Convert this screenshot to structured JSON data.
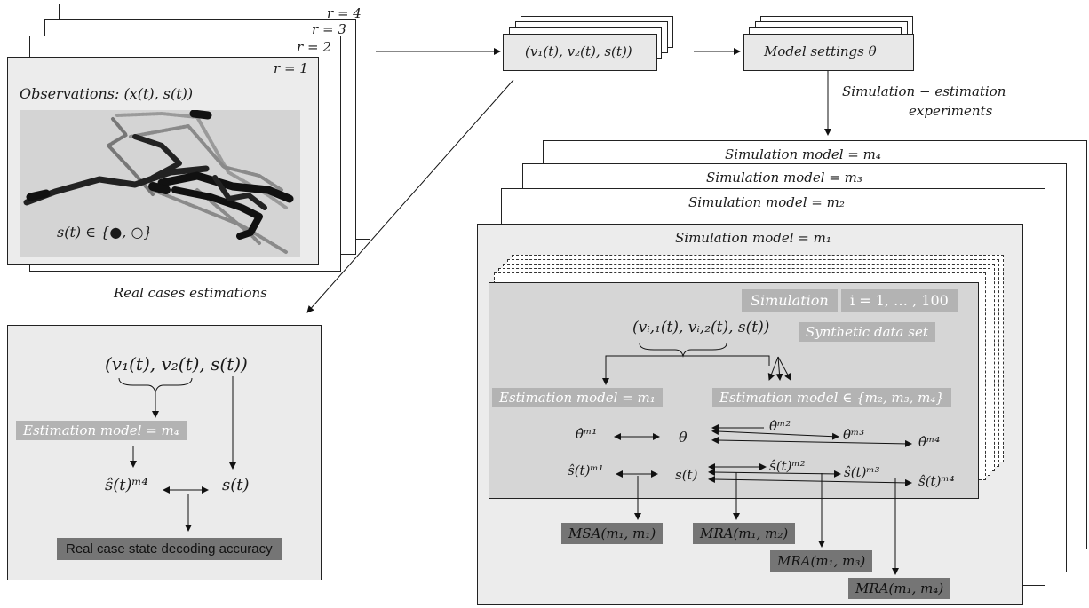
{
  "observations": {
    "repetition_labels": [
      "r = 4",
      "r = 3",
      "r = 2",
      "r = 1"
    ],
    "title": "Observations: (x(t), s(t))",
    "state_label": "s(t) ∈ {●, ○}"
  },
  "top_flow": {
    "velocity_box": "(v₁(t), v₂(t), s(t))",
    "settings_box": "Model settings θ",
    "experiments_label_line1": "Simulation − estimation",
    "experiments_label_line2": "experiments"
  },
  "real_cases": {
    "label": "Real cases estimations",
    "input": "(v₁(t), v₂(t), s(t))",
    "estimation_model": "Estimation model = m₄",
    "estimate": "ŝ(t)ᵐ⁴",
    "truth": "s(t)",
    "accuracy": "Real case state decoding accuracy"
  },
  "simulation": {
    "models": [
      "Simulation model = m₄",
      "Simulation model  = m₃",
      "Simulation model = m₂",
      "Simulation model = m₁"
    ],
    "sim_tag": "Simulation",
    "iter_tag": "i = 1, … , 100",
    "synthetic_tag": "Synthetic data set",
    "synthetic_input": "(vᵢ,₁(t), vᵢ,₂(t), s(t))",
    "est_same": "Estimation model = m₁",
    "est_other": "Estimation model ∈ {m₂, m₃, m₄}",
    "theta_row": [
      "θ̂ᵐ¹",
      "θ",
      "θ̂ᵐ²",
      "θ̂ᵐ³",
      "θ̂ᵐ⁴"
    ],
    "state_row": [
      "ŝ(t)ᵐ¹",
      "s(t)",
      "ŝ(t)ᵐ²",
      "ŝ(t)ᵐ³",
      "ŝ(t)ᵐ⁴"
    ],
    "metrics": [
      "MSA(m₁, m₁)",
      "MRA(m₁, m₂)",
      "MRA(m₁, m₃)",
      "MRA(m₁, m₄)"
    ]
  }
}
